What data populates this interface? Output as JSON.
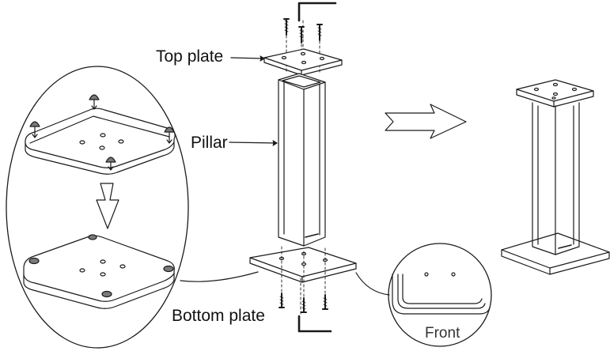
{
  "labels": {
    "top_plate": "Top plate",
    "pillar": "Pillar",
    "bottom_plate": "Bottom plate",
    "front": "Front"
  },
  "colors": {
    "line": "#1a1a1a",
    "foot": "#7a7a7a",
    "background": "#ffffff"
  },
  "icons": [
    "allen-key-icon",
    "screw-icon",
    "rubber-foot-icon",
    "direction-arrow-icon"
  ]
}
